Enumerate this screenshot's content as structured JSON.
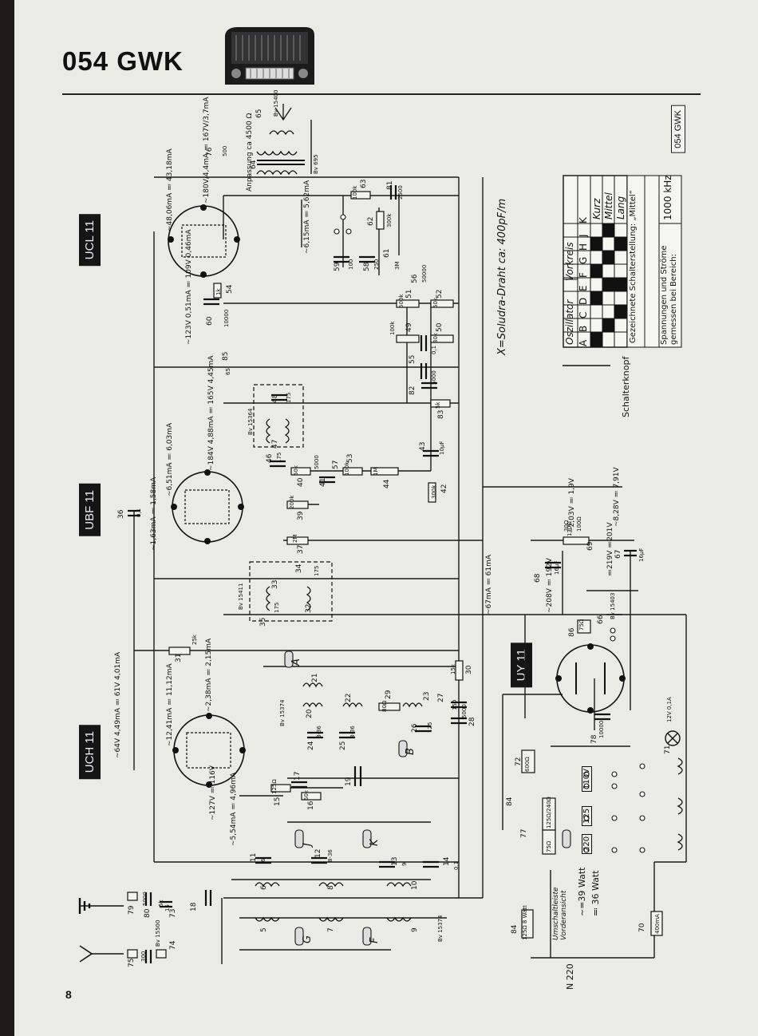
{
  "header": {
    "model": "054 GWK",
    "page_number": "8"
  },
  "model_box": "054 GWK",
  "tubes": {
    "ucl": "UCL 11",
    "ubf": "UBF 11",
    "uch": "UCH 11",
    "uy": "UY 11"
  },
  "notes": {
    "soludra": "X=Soludra-Draht ca: 400pF/m",
    "schalterknopf": "Schalterknopf",
    "gezeichnete": "Gezeichnete Schalterstellung: „Mittel“",
    "spannungen": "Spannungen und Ströme gemessen bei Bereich:",
    "frequenz": "1000 kHz",
    "anpassung": "Anpassung ca 4500 Ω",
    "umschalt": "Umschaltleiste Vorderansicht",
    "watt_ac": "~=39 Watt",
    "watt_dc": "≕ 36 Watt",
    "n220": "N 220"
  },
  "switch_table": {
    "col_headers": [
      "Oszillator",
      "Vorkreis"
    ],
    "letters": [
      "A",
      "B",
      "C",
      "D",
      "E",
      "F",
      "G",
      "H",
      "J",
      "K"
    ],
    "rows": [
      "Kurz",
      "Mittel",
      "Lang"
    ]
  },
  "measurements": [
    "~48,06mA ≕ 43,18mA",
    "~180V/4,4mA ≕ 167V/3,7mA",
    "~6,15mA ≕ 5,62mA",
    "~123V 0,51mA ≕ 109V 0,46mA",
    "~6,51mA ≕ 6,03mA",
    "~184V 4,88mA ≕ 165V 4,45mA",
    "~1,63mA ≕ 1,58mA",
    "~67mA ≕ 61mA",
    "~208V ≕ 192V",
    "~2,03V ≕ 1,9V",
    "~8,28V ≕ 7,91V",
    "≕219V ≕201V",
    "~64V 4,49mA ≕ 61V 4,01mA",
    "~12,41mA ≕ 11,12mA",
    "~2,38mA ≕ 2,15mA",
    "~127V ≕ 116V",
    "~5,54mA ≕ 4,96mA"
  ],
  "parts": [
    {
      "n": "65",
      "v": "Bv 15400"
    },
    {
      "n": "64",
      "v": "Bv 695"
    },
    {
      "n": "76",
      "v": "500"
    },
    {
      "n": "63",
      "v": "100k"
    },
    {
      "n": "81",
      "v": "2500"
    },
    {
      "n": "62",
      "v": "300k"
    },
    {
      "n": "61",
      "v": "3M"
    },
    {
      "n": "59",
      "v": "100"
    },
    {
      "n": "58",
      "v": "250"
    },
    {
      "n": "56",
      "v": "50000"
    },
    {
      "n": "54",
      "v": "1k"
    },
    {
      "n": "60",
      "v": "10000"
    },
    {
      "n": "51",
      "v": "500k"
    },
    {
      "n": "52",
      "v": "50k"
    },
    {
      "n": "49",
      "v": "100k"
    },
    {
      "n": "50",
      "v": "30k"
    },
    {
      "n": "55",
      "v": "0,1"
    },
    {
      "n": "85",
      "v": "65"
    },
    {
      "n": "82",
      "v": "5000"
    },
    {
      "n": "83",
      "v": "5k"
    },
    {
      "n": "48",
      "v": "175"
    },
    {
      "n": "47",
      "v": "Bv 15364"
    },
    {
      "n": "43",
      "v": "10µF"
    },
    {
      "n": "46",
      "v": "175"
    },
    {
      "n": "40",
      "v": "50k"
    },
    {
      "n": "41",
      "v": "5000"
    },
    {
      "n": "57",
      "v": ""
    },
    {
      "n": "53",
      "v": "100k"
    },
    {
      "n": "44",
      "v": "1M"
    },
    {
      "n": "42",
      "v": "300k"
    },
    {
      "n": "39",
      "v": "200k"
    },
    {
      "n": "36",
      "v": "0,1"
    },
    {
      "n": "37",
      "v": "2M"
    },
    {
      "n": "33",
      "v": "Bv 15411"
    },
    {
      "n": "34",
      "v": "175"
    },
    {
      "n": "35",
      "v": "175"
    },
    {
      "n": "32",
      "v": ""
    },
    {
      "n": "31",
      "v": "25k"
    },
    {
      "n": "30",
      "v": "15k"
    },
    {
      "n": "21",
      "v": ""
    },
    {
      "n": "22",
      "v": ""
    },
    {
      "n": "29",
      "v": "80Ω"
    },
    {
      "n": "23",
      "v": ""
    },
    {
      "n": "27",
      "v": "150"
    },
    {
      "n": "28",
      "v": "5000"
    },
    {
      "n": "20",
      "v": "Bv 15374"
    },
    {
      "n": "24",
      "v": "8-36"
    },
    {
      "n": "25",
      "v": "8-36"
    },
    {
      "n": "26",
      "v": "125"
    },
    {
      "n": "19",
      "v": ""
    },
    {
      "n": "15",
      "v": "125Ω"
    },
    {
      "n": "17",
      "v": ""
    },
    {
      "n": "16",
      "v": "50k"
    },
    {
      "n": "11",
      "v": "6"
    },
    {
      "n": "12",
      "v": "8-36"
    },
    {
      "n": "13",
      "v": "9"
    },
    {
      "n": "14",
      "v": "0,1"
    },
    {
      "n": "6",
      "v": ""
    },
    {
      "n": "8",
      "v": ""
    },
    {
      "n": "10",
      "v": ""
    },
    {
      "n": "5",
      "v": ""
    },
    {
      "n": "7",
      "v": ""
    },
    {
      "n": "9",
      "v": "Bv 15374"
    },
    {
      "n": "18",
      "v": ""
    },
    {
      "n": "79",
      "v": "5000"
    },
    {
      "n": "80",
      "v": "5k"
    },
    {
      "n": "73",
      "v": "15"
    },
    {
      "n": "75",
      "v": "300"
    },
    {
      "n": "74",
      "v": "Bv 15500"
    },
    {
      "n": "68",
      "v": "16µF"
    },
    {
      "n": "67",
      "v": "16µF"
    },
    {
      "n": "69",
      "v": "130Ω"
    },
    {
      "n": "86",
      "v": "75Ω"
    },
    {
      "n": "66",
      "v": "Bv 15403"
    },
    {
      "n": "78",
      "v": "10000"
    },
    {
      "n": "72",
      "v": "600Ω"
    },
    {
      "n": "84",
      "v": "125Ω/240Ω"
    },
    {
      "n": "77",
      "v": "75Ω"
    },
    {
      "n": "71",
      "v": "12V 0,1A"
    },
    {
      "n": "70",
      "v": "400mA"
    }
  ],
  "taps": [
    "110V",
    "125",
    "220"
  ],
  "switch_letters": [
    "A",
    "B",
    "J",
    "K",
    "G",
    "F"
  ],
  "resistors_extra": [
    "30Ω",
    "100Ω",
    "125Ω 8 Watt"
  ]
}
